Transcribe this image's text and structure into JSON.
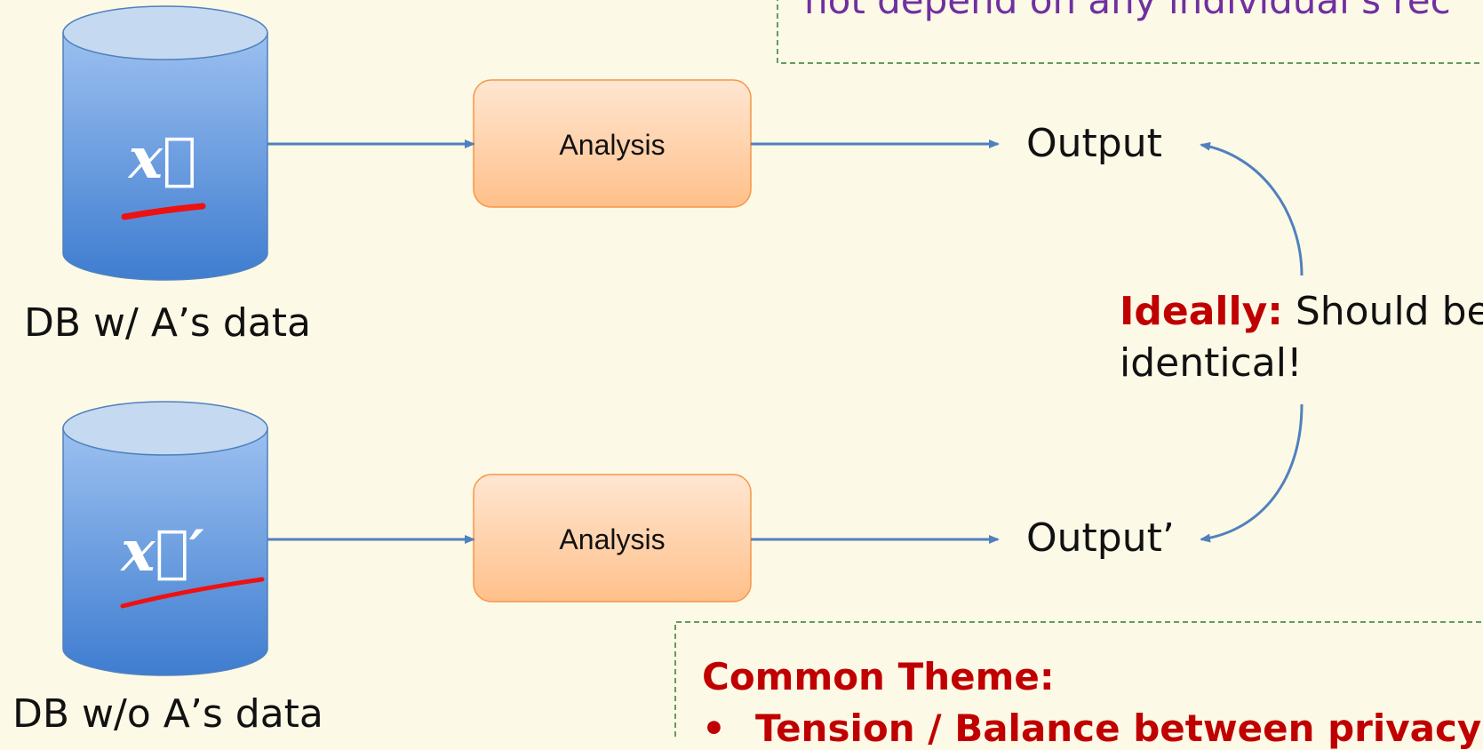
{
  "top_note": "not depend on any individual’s rec",
  "databases": [
    {
      "symbol": "x⃗",
      "label": "DB w/ A’s data"
    },
    {
      "symbol": "x⃗′",
      "label": "DB w/o A’s data"
    }
  ],
  "analysis_boxes": [
    {
      "label": "Analysis"
    },
    {
      "label": "Analysis"
    }
  ],
  "outputs": [
    {
      "label": "Output"
    },
    {
      "label": "Output’"
    }
  ],
  "comparison": {
    "keyword": "Ideally:",
    "line1_rest": " Should be",
    "line2": "identical!"
  },
  "common_theme": {
    "title": "Common Theme:",
    "items": [
      "Tension / Balance between privacy &"
    ]
  },
  "colors": {
    "background": "#fdf9e7",
    "cylinder_top": "#c5d9f1",
    "cylinder_body": "#4f81bd",
    "box_fill": "#fcd5b4",
    "box_stroke": "#f79646",
    "arrow": "#4f81bd",
    "highlight_red": "#c00000",
    "note_purple": "#7030a0",
    "dashed_green": "#2e7d32"
  }
}
